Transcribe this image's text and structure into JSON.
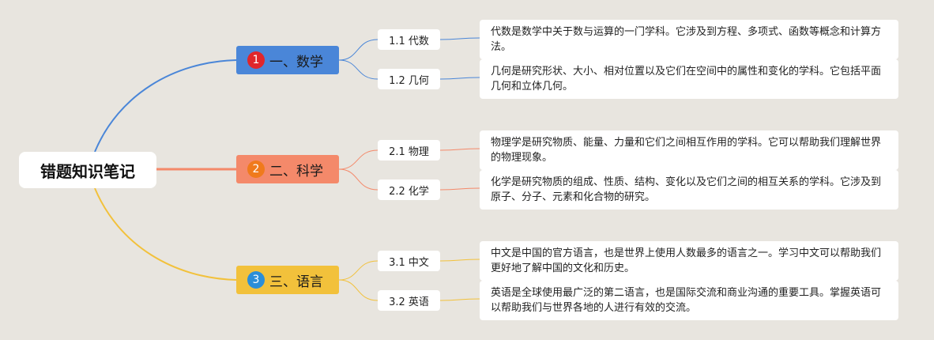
{
  "root": {
    "label": "错题知识笔记"
  },
  "colors": {
    "math": "#4a86d8",
    "science": "#f4896a",
    "language": "#f2c13b",
    "badge_math": "#e0262b",
    "badge_science": "#f07a1c",
    "badge_language": "#2b8ed8"
  },
  "branches": [
    {
      "badge": "1",
      "label": "一、数学",
      "subs": [
        {
          "label": "1.1 代数",
          "desc": "代数是数学中关于数与运算的一门学科。它涉及到方程、多项式、函数等概念和计算方法。"
        },
        {
          "label": "1.2 几何",
          "desc": "几何是研究形状、大小、相对位置以及它们在空间中的属性和变化的学科。它包括平面几何和立体几何。"
        }
      ]
    },
    {
      "badge": "2",
      "label": "二、科学",
      "subs": [
        {
          "label": "2.1 物理",
          "desc": "物理学是研究物质、能量、力量和它们之间相互作用的学科。它可以帮助我们理解世界的物理现象。"
        },
        {
          "label": "2.2 化学",
          "desc": "化学是研究物质的组成、性质、结构、变化以及它们之间的相互关系的学科。它涉及到原子、分子、元素和化合物的研究。"
        }
      ]
    },
    {
      "badge": "3",
      "label": "三、语言",
      "subs": [
        {
          "label": "3.1 中文",
          "desc": "中文是中国的官方语言，也是世界上使用人数最多的语言之一。学习中文可以帮助我们更好地了解中国的文化和历史。"
        },
        {
          "label": "3.2 英语",
          "desc": "英语是全球使用最广泛的第二语言，也是国际交流和商业沟通的重要工具。掌握英语可以帮助我们与世界各地的人进行有效的交流。"
        }
      ]
    }
  ]
}
